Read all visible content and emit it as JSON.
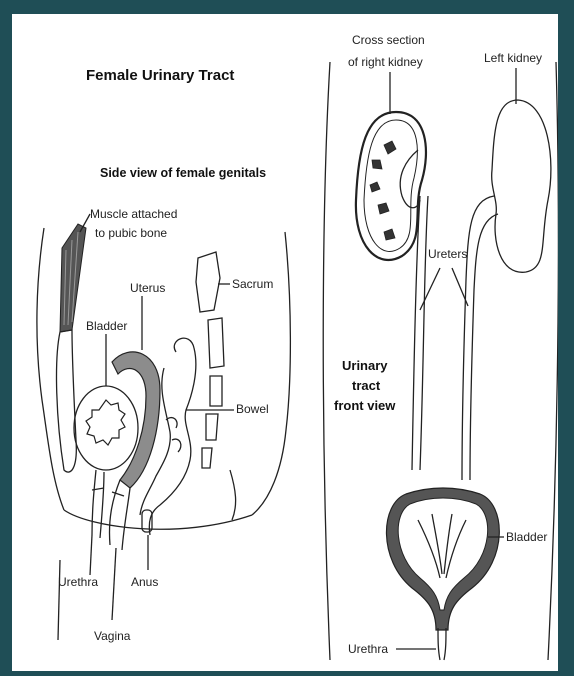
{
  "left_panel": {
    "title": "Female Urinary Tract",
    "subtitle": "Side view of female genitals",
    "labels": {
      "muscle_line1": "Muscle attached",
      "muscle_line2": "to pubic bone",
      "sacrum": "Sacrum",
      "uterus": "Uterus",
      "bladder": "Bladder",
      "bowel": "Bowel",
      "urethra": "Urethra",
      "anus": "Anus",
      "vagina": "Vagina"
    }
  },
  "right_panel": {
    "labels": {
      "cross_section_line1": "Cross section",
      "cross_section_line2": "of right kidney",
      "left_kidney": "Left kidney",
      "ureters": "Ureters",
      "front_view_line1": "Urinary",
      "front_view_line2": "tract",
      "front_view_line3": "front view",
      "bladder": "Bladder",
      "urethra": "Urethra"
    }
  },
  "colors": {
    "frame": "#1f4e56",
    "paper": "#ffffff",
    "ink": "#222222",
    "organ_shade": "#8c8c8c"
  }
}
